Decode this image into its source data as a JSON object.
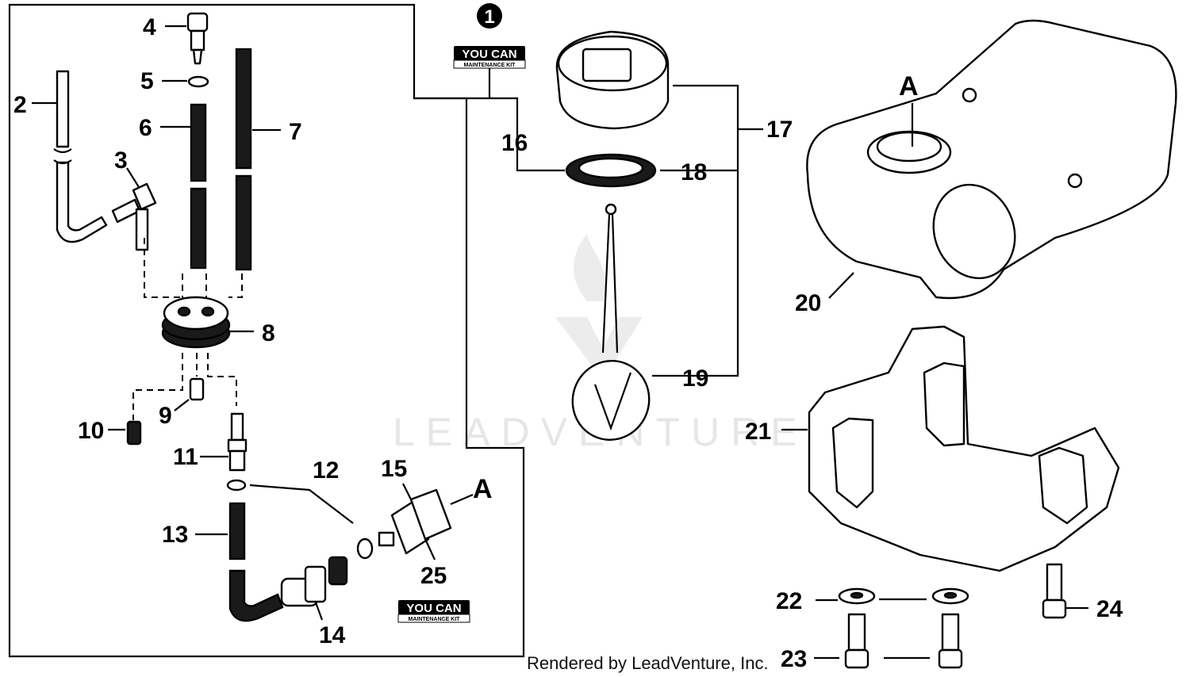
{
  "callouts": [
    "1",
    "2",
    "3",
    "4",
    "5",
    "6",
    "7",
    "8",
    "9",
    "10",
    "11",
    "12",
    "13",
    "14",
    "15",
    "16",
    "17",
    "18",
    "19",
    "20",
    "21",
    "22",
    "23",
    "24",
    "25"
  ],
  "marker_a": "A",
  "kit": {
    "badge_number": "1",
    "line1": "YOU CAN",
    "line2": "MAINTENANCE KIT"
  },
  "watermark": "LEADVENTURE",
  "footer": "Rendered by LeadVenture, Inc."
}
